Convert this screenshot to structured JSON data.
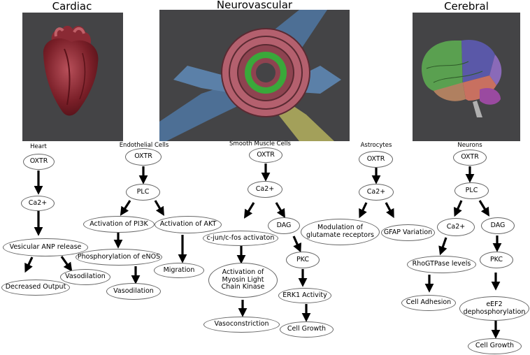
{
  "headers": {
    "cardiac": "Cardiac",
    "neurovascular": "Neurovascular",
    "cerebral": "Cerebral"
  },
  "sections": {
    "heart": "Heart",
    "endothelial": "Endothelial Cells",
    "smooth_muscle": "Smooth Muscle Cells",
    "astrocytes": "Astrocytes",
    "neurons": "Neurons"
  },
  "nodes": {
    "heart_oxtr": "OXTR",
    "heart_ca": "Ca2+",
    "heart_anp": "Vesicular ANP release",
    "heart_decreased": "Decreased Output",
    "heart_vasodilation": "Vasodilation",
    "endo_oxtr": "OXTR",
    "endo_plc": "PLC",
    "endo_pi3k": "Activation of PI3K",
    "endo_akt": "Activation of AKT",
    "endo_enos": "Phosphorylation of eNOS",
    "endo_migration": "Migration",
    "endo_vasodilation": "Vasodilation",
    "smc_oxtr": "OXTR",
    "smc_ca": "Ca2+",
    "smc_cjun": "c-jun/c-fos activaton",
    "smc_dag": "DAG",
    "smc_mlck": "Activation of\nMyosin Light\nChain Kinase",
    "smc_pkc": "PKC",
    "smc_erk": "ERK1 Activity",
    "smc_vasoconstriction": "Vasoconstriction",
    "smc_growth": "Cell Growth",
    "astro_oxtr": "OXTR",
    "astro_ca": "Ca2+",
    "astro_glut": "Modulation of\nglutamate receptors",
    "astro_gfap": "GFAP Variation",
    "neur_oxtr": "OXTR",
    "neur_plc": "PLC",
    "neur_ca": "Ca2+",
    "neur_dag": "DAG",
    "neur_rho": "RhoGTPase levels",
    "neur_pkc": "PKC",
    "neur_adhesion": "Cell Adhesion",
    "neur_eef2": "eEF2\ndephosphorylation",
    "neur_growth": "Cell Growth"
  }
}
